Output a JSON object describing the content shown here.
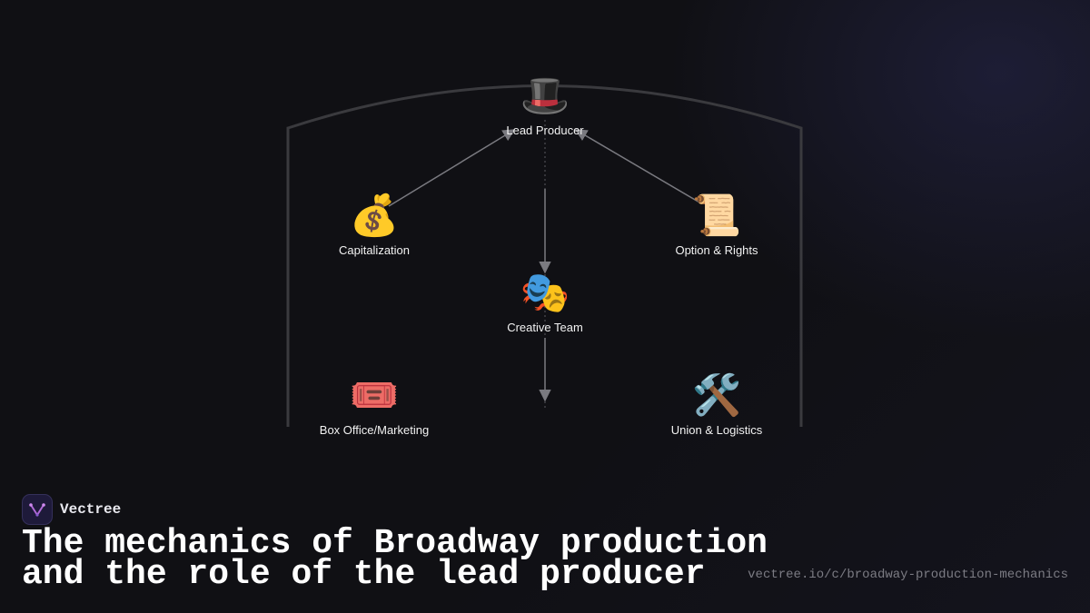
{
  "brand": {
    "name": "Vectree",
    "logo_icon": "vectree-logo-icon"
  },
  "title": {
    "line1": "The mechanics of Broadway production",
    "line2": "and the role of the lead producer"
  },
  "url": "vectree.io/c/broadway-production-mechanics",
  "nodes": {
    "lead_producer": {
      "icon": "🎩",
      "icon_name": "top-hat-icon",
      "label": "Lead Producer"
    },
    "capitalization": {
      "icon": "💰",
      "icon_name": "money-bag-icon",
      "label": "Capitalization"
    },
    "option_rights": {
      "icon": "📜",
      "icon_name": "scroll-icon",
      "label": "Option & Rights"
    },
    "creative_team": {
      "icon": "🎭",
      "icon_name": "theater-masks-icon",
      "label": "Creative Team"
    },
    "box_office": {
      "icon": "🎟️",
      "icon_name": "ticket-icon",
      "label": "Box Office/Marketing"
    },
    "union_logistics": {
      "icon": "🛠️",
      "icon_name": "tools-icon",
      "label": "Union & Logistics"
    }
  },
  "edges": [
    {
      "from": "capitalization",
      "to": "lead_producer"
    },
    {
      "from": "option_rights",
      "to": "lead_producer"
    },
    {
      "from": "lead_producer",
      "to": "creative_team"
    },
    {
      "from": "creative_team",
      "to": "below"
    }
  ],
  "colors": {
    "background": "#101014",
    "frame": "#3a3a3e",
    "edge": "#7a7a80",
    "text": "#ffffff",
    "muted": "#7c7c84"
  }
}
